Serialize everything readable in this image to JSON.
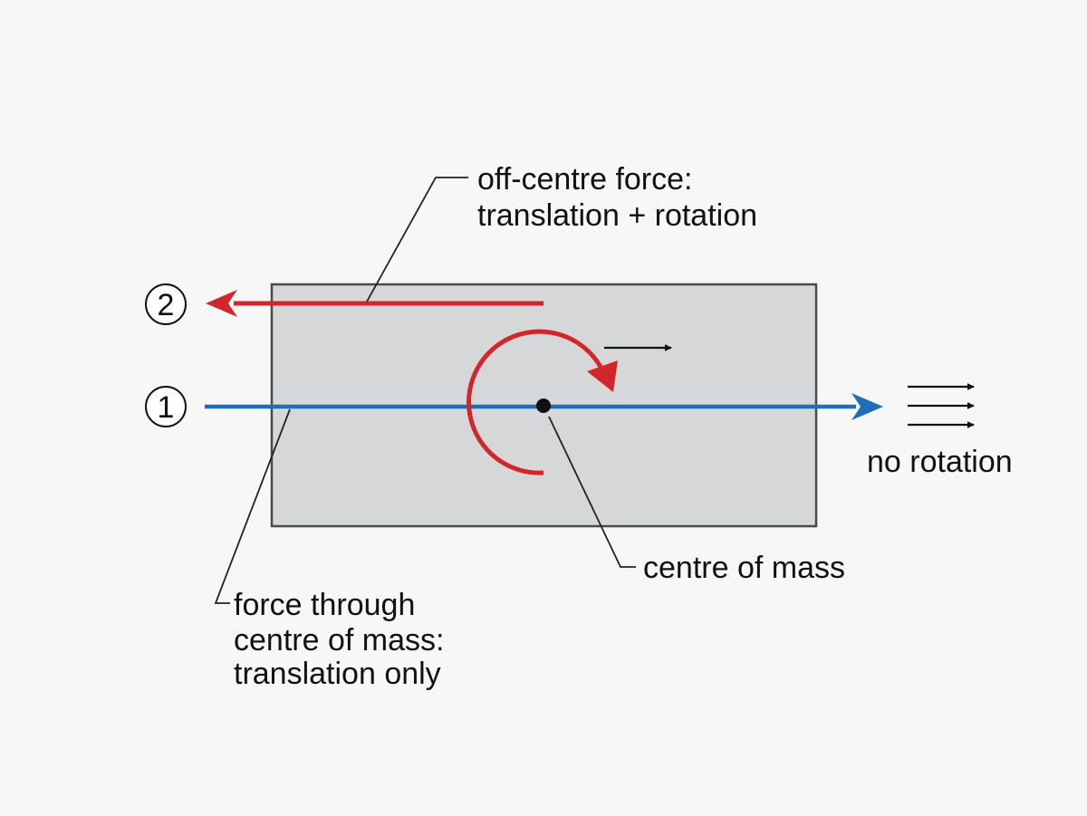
{
  "labels": {
    "off_centre_line1": "off-centre force:",
    "off_centre_line2": "translation + rotation",
    "through_com_line1": "force through",
    "through_com_line2": "centre of mass:",
    "through_com_line3": "translation only",
    "centre_of_mass": "centre of mass",
    "no_rotation": "no rotation"
  },
  "markers": {
    "force_1": "1",
    "force_2": "2"
  },
  "colors": {
    "background": "#f7f7f7",
    "block_fill": "#d6d7d8",
    "block_stroke": "#4a4a4a",
    "force_off_centre": "#d1272b",
    "force_through_com": "#1f6fb8",
    "rotation_arrow": "#d1272b",
    "leader_line": "#222222"
  }
}
